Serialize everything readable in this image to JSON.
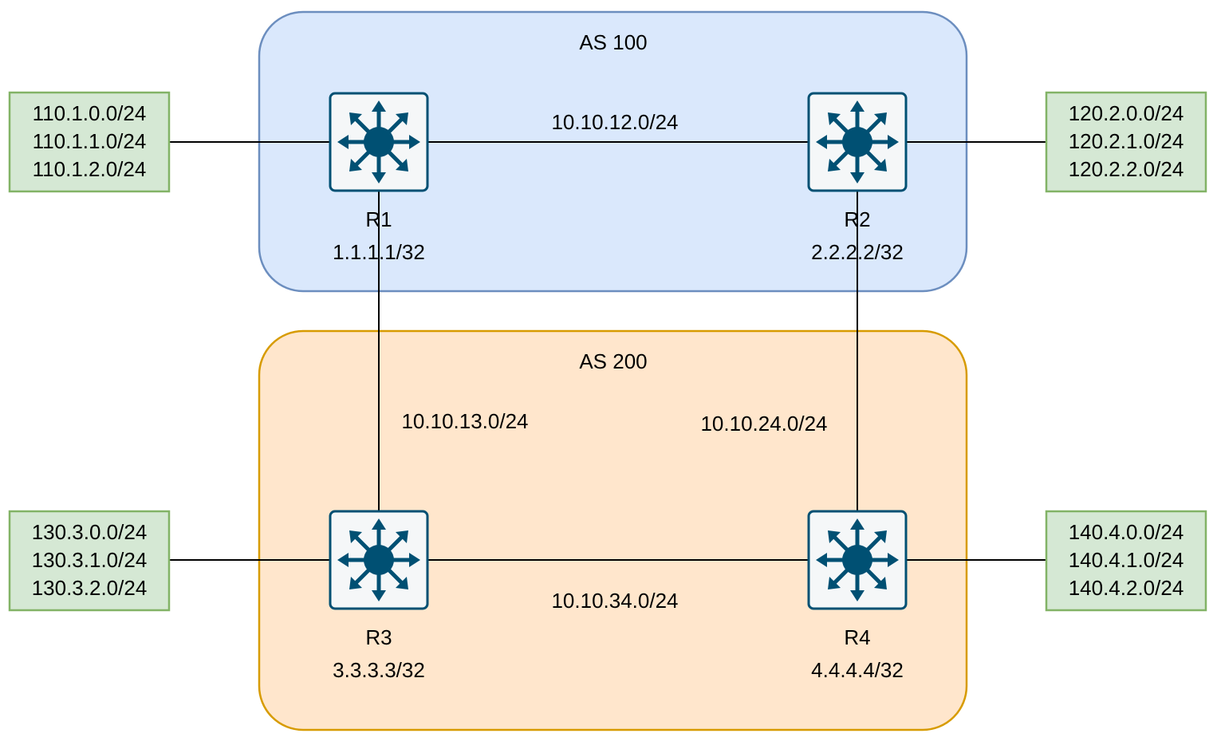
{
  "as_groups": [
    {
      "id": "as100",
      "label": "AS 100",
      "fill": "#dae8fc",
      "stroke": "#6c8ebf"
    },
    {
      "id": "as200",
      "label": "AS 200",
      "fill": "#ffe6cc",
      "stroke": "#d79b00"
    }
  ],
  "routers": [
    {
      "id": "r1",
      "name": "R1",
      "loopback": "1.1.1.1/32"
    },
    {
      "id": "r2",
      "name": "R2",
      "loopback": "2.2.2.2/32"
    },
    {
      "id": "r3",
      "name": "R3",
      "loopback": "3.3.3.3/32"
    },
    {
      "id": "r4",
      "name": "R4",
      "loopback": "4.4.4.4/32"
    }
  ],
  "links": [
    {
      "id": "r1-r2",
      "subnet": "10.10.12.0/24"
    },
    {
      "id": "r1-r3",
      "subnet": "10.10.13.0/24"
    },
    {
      "id": "r2-r4",
      "subnet": "10.10.24.0/24"
    },
    {
      "id": "r3-r4",
      "subnet": "10.10.34.0/24"
    }
  ],
  "prefix_boxes": [
    {
      "id": "r1-prefixes",
      "router": "R1",
      "prefixes": [
        "110.1.0.0/24",
        "110.1.1.0/24",
        "110.1.2.0/24"
      ]
    },
    {
      "id": "r2-prefixes",
      "router": "R2",
      "prefixes": [
        "120.2.0.0/24",
        "120.2.1.0/24",
        "120.2.2.0/24"
      ]
    },
    {
      "id": "r3-prefixes",
      "router": "R3",
      "prefixes": [
        "130.3.0.0/24",
        "130.3.1.0/24",
        "130.3.2.0/24"
      ]
    },
    {
      "id": "r4-prefixes",
      "router": "R4",
      "prefixes": [
        "140.4.0.0/24",
        "140.4.1.0/24",
        "140.4.2.0/24"
      ]
    }
  ],
  "colors": {
    "router_fill": "#f5f7f8",
    "router_stroke": "#005073",
    "router_icon": "#005073",
    "prefix_fill": "#d5e8d4",
    "prefix_stroke": "#82b366",
    "link": "#000000"
  },
  "icon": "layer3-switch-icon"
}
